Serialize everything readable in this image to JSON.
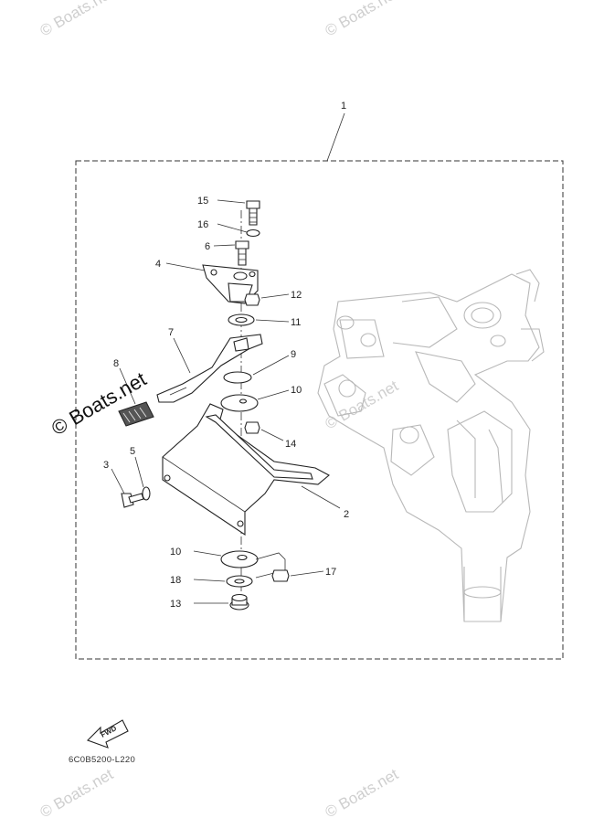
{
  "diagram": {
    "assembly_label": "1",
    "parts": [
      {
        "id": "p15",
        "label": "15"
      },
      {
        "id": "p16",
        "label": "16"
      },
      {
        "id": "p6",
        "label": "6"
      },
      {
        "id": "p4",
        "label": "4"
      },
      {
        "id": "p12",
        "label": "12"
      },
      {
        "id": "p11",
        "label": "11"
      },
      {
        "id": "p7",
        "label": "7"
      },
      {
        "id": "p9",
        "label": "9"
      },
      {
        "id": "p8",
        "label": "8"
      },
      {
        "id": "p10a",
        "label": "10"
      },
      {
        "id": "p14",
        "label": "14"
      },
      {
        "id": "p3",
        "label": "3"
      },
      {
        "id": "p5",
        "label": "5"
      },
      {
        "id": "p2",
        "label": "2"
      },
      {
        "id": "p10b",
        "label": "10"
      },
      {
        "id": "p17",
        "label": "17"
      },
      {
        "id": "p18",
        "label": "18"
      },
      {
        "id": "p13",
        "label": "13"
      }
    ],
    "fwd_label": "FWD",
    "drawing_code": "6C0B5200-L220"
  },
  "watermarks": {
    "small": "© Boats.net",
    "large": "© Boats.net"
  }
}
